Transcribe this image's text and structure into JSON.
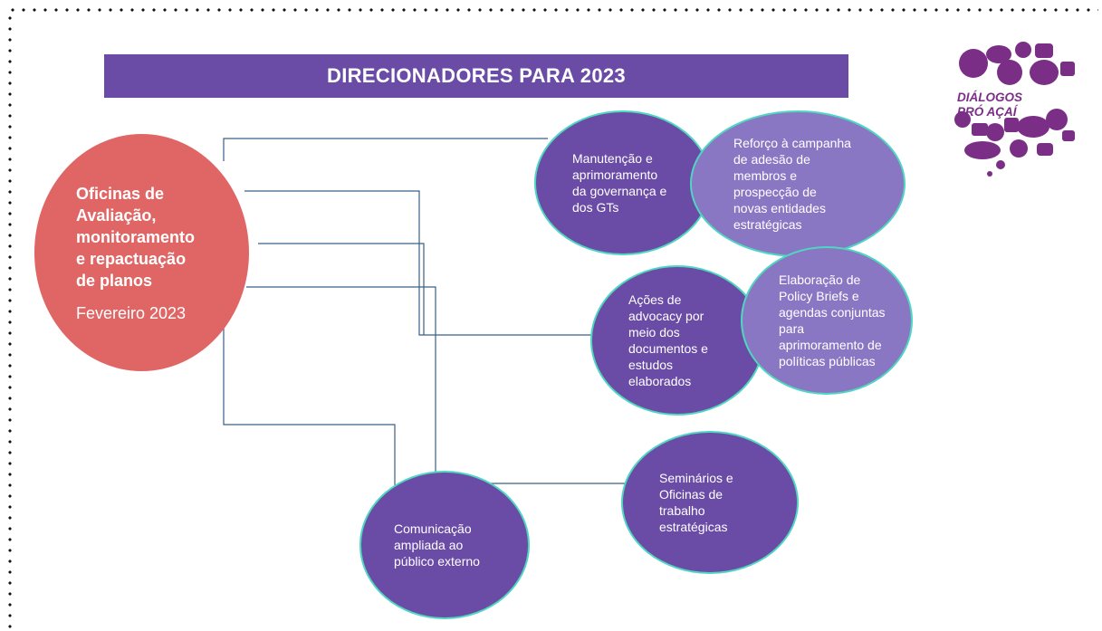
{
  "header": {
    "title": "DIRECIONADORES PARA 2023"
  },
  "main_node": {
    "title": "Oficinas de\nAvaliação,\nmonitoramento\ne repactuação\nde planos",
    "date": "Fevereiro 2023",
    "color": "#e06666"
  },
  "nodes": {
    "governance": "Manutenção e\naprimoramento\nda governança e\ndos GTs",
    "membership": "Reforço à campanha\nde adesão de\nmembros e\nprospecção de\nnovas entidades\nestratégicas",
    "advocacy": "Ações de\nadvocacy por\nmeio dos\ndocumentos e\nestudos\nelaborados",
    "policy": "Elaboração de\nPolicy Briefs e\nagendas conjuntas\npara\naprimoramento de\npolíticas públicas",
    "seminars": "Seminários e\nOficinas de\ntrabalho\nestratégicas",
    "communication": "Comunicação\nampliada ao\npúblico externo"
  },
  "logo": {
    "line1": "DIÁLOGOS",
    "line2": "PRÓ AÇAÍ"
  },
  "colors": {
    "dark_purple": "#6a4ba5",
    "light_purple": "#8a77c4",
    "coral": "#e06666",
    "teal_border": "#4fd6c1",
    "connector": "#3a5f86"
  }
}
